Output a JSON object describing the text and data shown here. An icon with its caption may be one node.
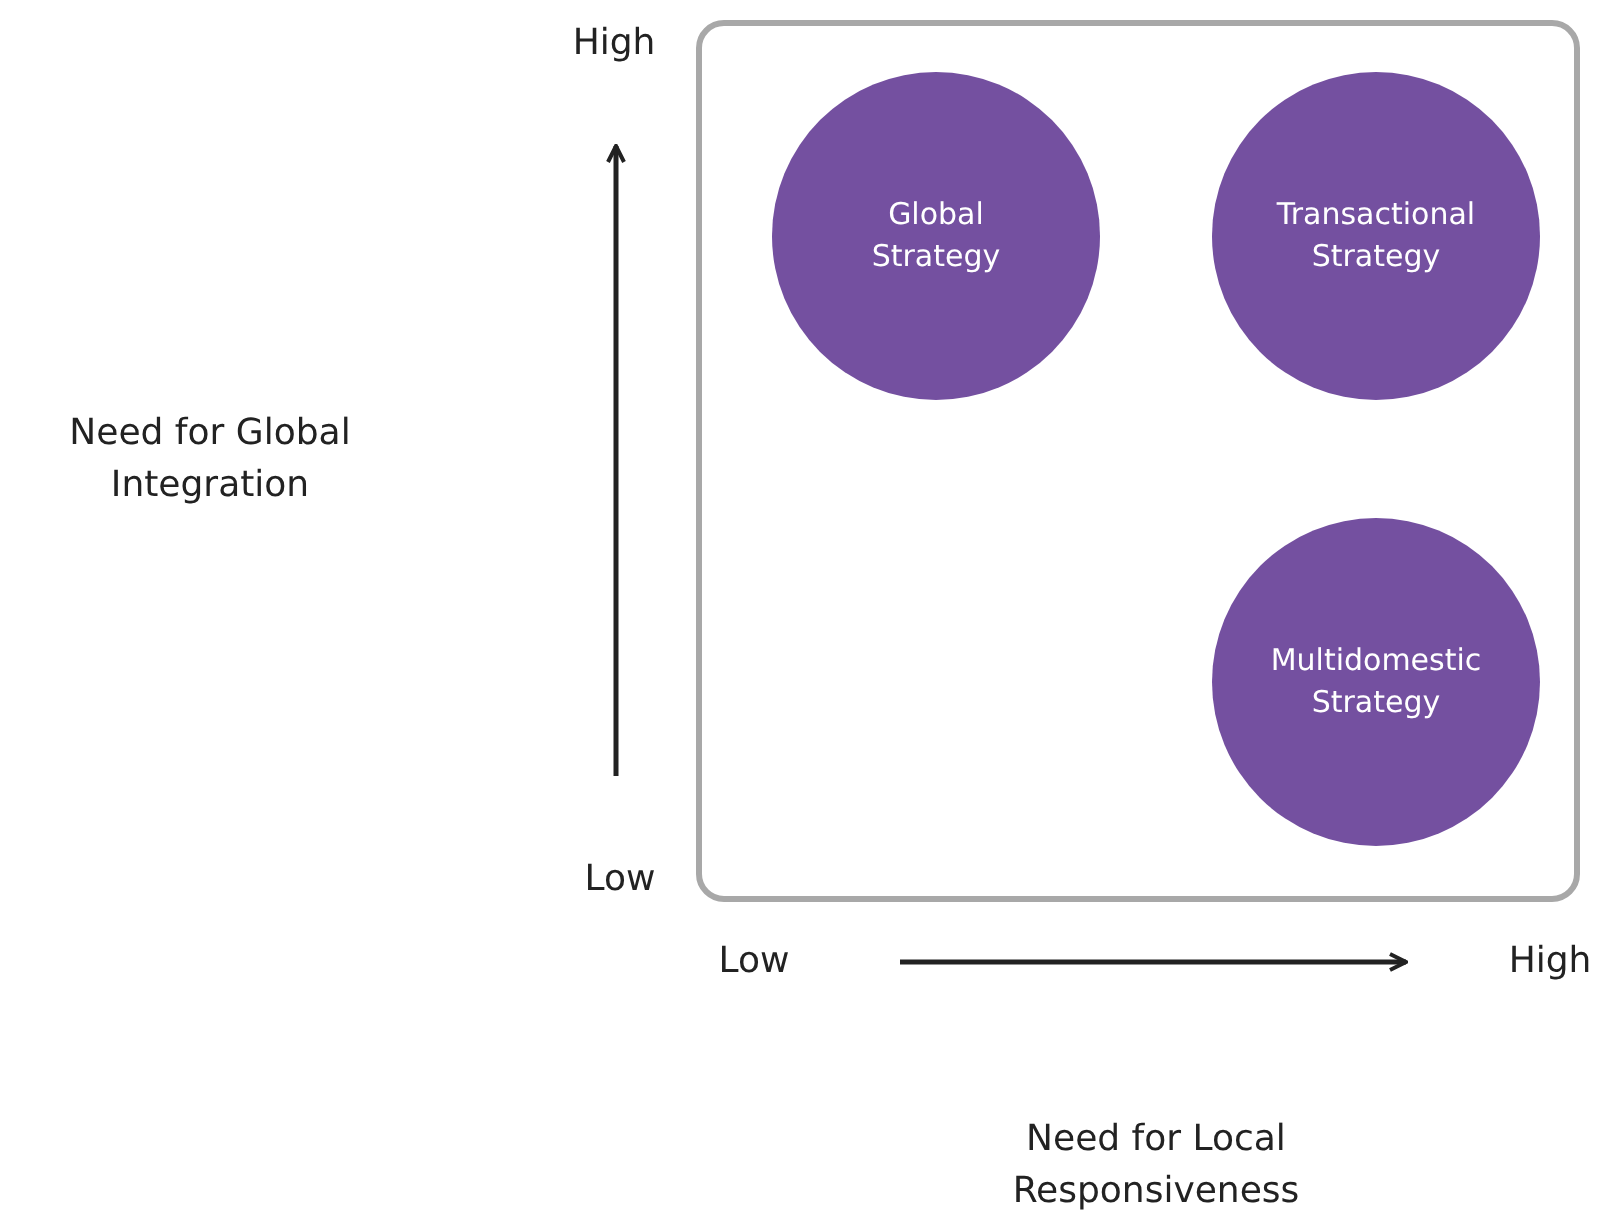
{
  "diagram": {
    "nodes": [
      {
        "text": [],
        "shape": "box"
      },
      {
        "text": [
          "Global Strategy"
        ],
        "in": 0
      },
      {
        "text": [
          "Transactional Strategy"
        ],
        "in": 0
      },
      {
        "text": [
          "Multidomestic Strategy"
        ],
        "in": 0
      }
    ],
    "labels": [
      "High",
      "Need for Global Integration",
      "Low",
      "Low",
      "High",
      "Need for Local Responsiveness"
    ]
  }
}
